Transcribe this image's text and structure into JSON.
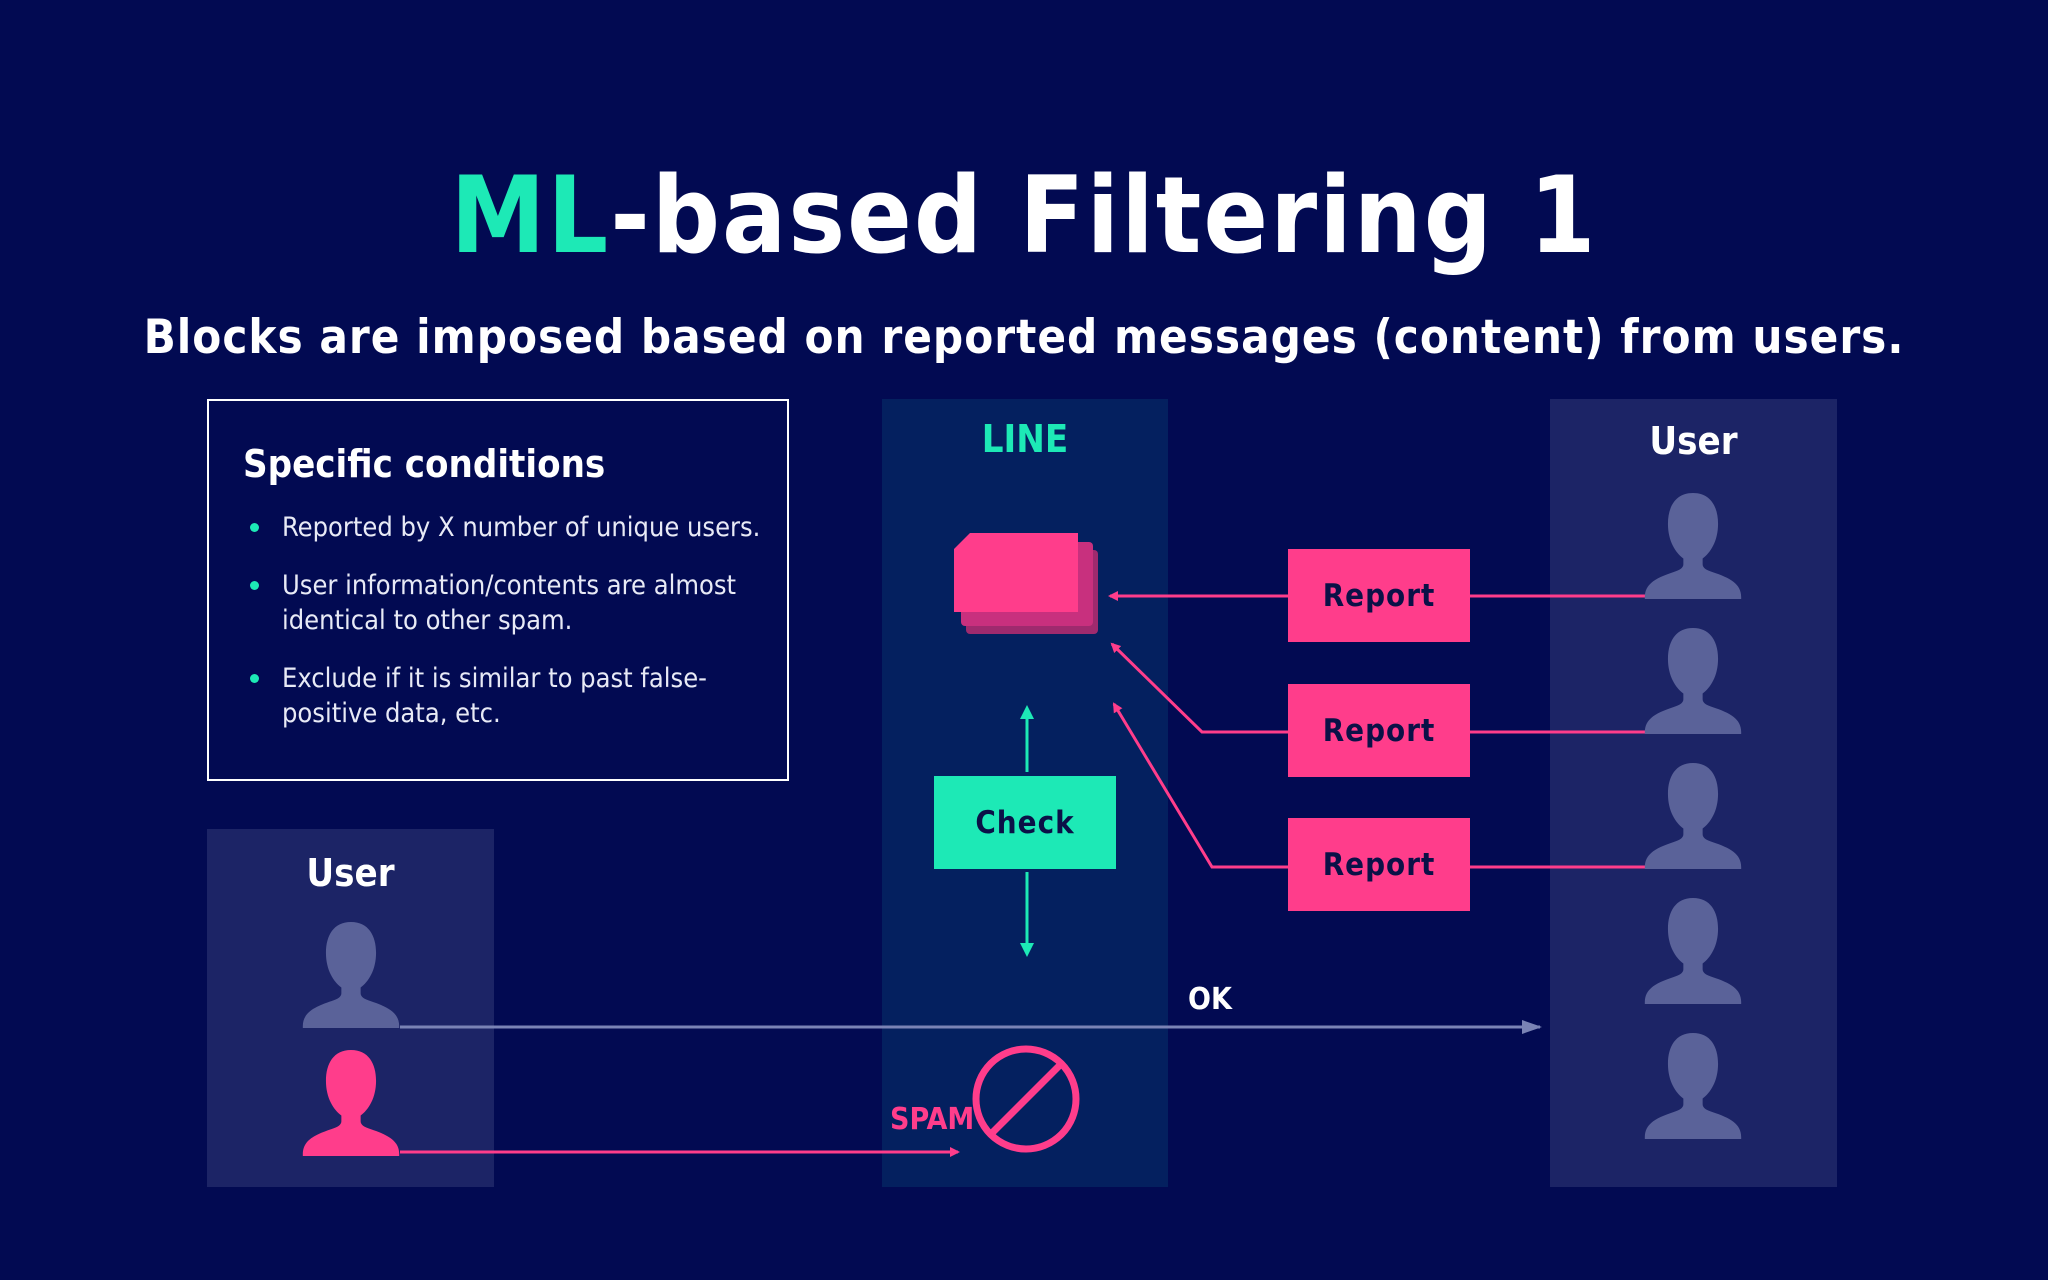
{
  "title": {
    "accent": "ML",
    "rest": "-based Filtering 1"
  },
  "subtitle": "Blocks are imposed based on reported messages (content) from users.",
  "conditions": {
    "heading": "Specific conditions",
    "items": [
      "Reported by X number of unique users.",
      "User information/contents are almost identical to other spam.",
      "Exclude if it is similar to past false-positive  data, etc."
    ]
  },
  "panels": {
    "user_left": "User",
    "line": "LINE",
    "user_right": "User"
  },
  "buttons": {
    "report": [
      "Report",
      "Report",
      "Report"
    ],
    "check": "Check"
  },
  "flow_labels": {
    "ok": "OK",
    "spam": "SPAM"
  },
  "colors": {
    "background": "#020a52",
    "accent_green": "#1de9b6",
    "accent_pink": "#ff3d8b",
    "user_icon": "#5a6299"
  },
  "icons": [
    "user-icon",
    "spam-user-icon",
    "message-stack-icon",
    "prohibited-icon"
  ]
}
